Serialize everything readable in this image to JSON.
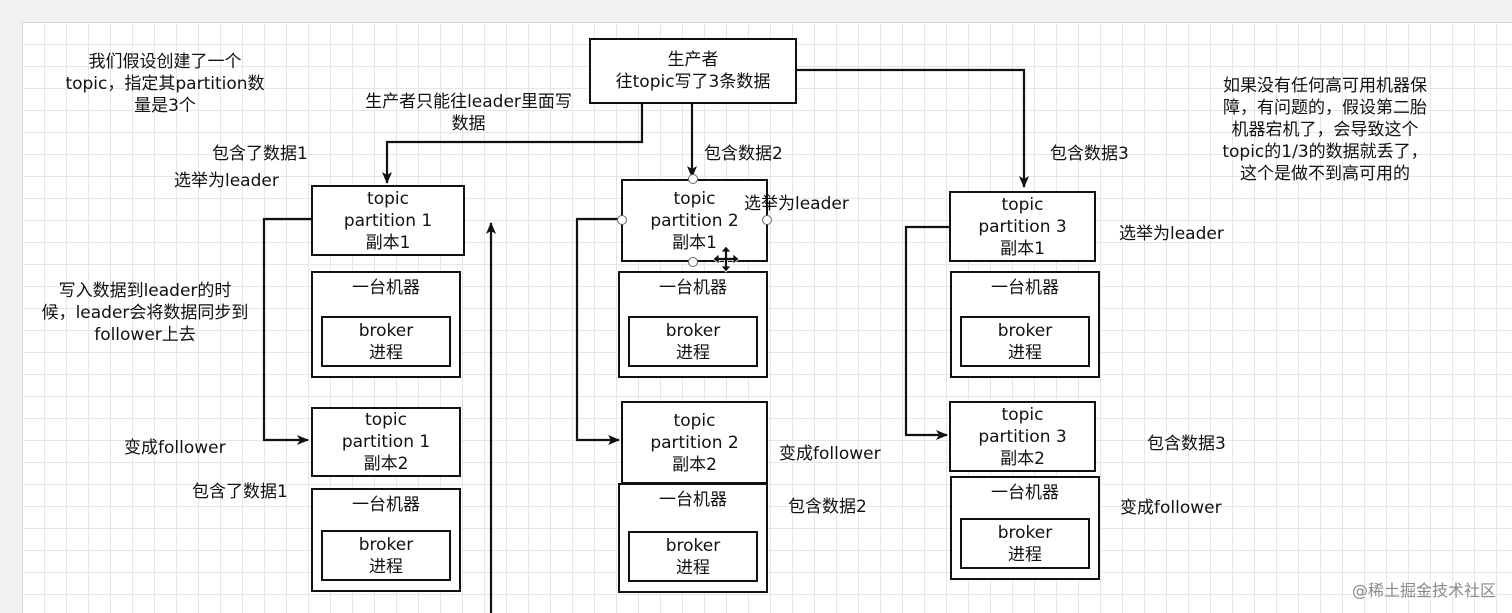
{
  "producer": {
    "line1": "生产者",
    "line2": "往topic写了3条数据"
  },
  "annotations": {
    "topic_intro": [
      "我们假设创建了一个",
      "topic，指定其partition数",
      "量是3个"
    ],
    "write_leader_only": [
      "生产者只能往leader里面写",
      "数据"
    ],
    "sync_note": [
      "写入数据到leader的时",
      "候，leader会将数据同步到",
      "follower上去"
    ],
    "no_ha_note": [
      "如果没有任何高可用机器保",
      "障，有问题的，假设第二胎",
      "机器宕机了，会导致这个",
      "topic的1/3的数据就丢了，",
      "这个是做不到高可用的"
    ],
    "p1_contains_top": "包含了数据1",
    "p1_elected": "选举为leader",
    "p1_became_follower": "变成follower",
    "p1_contains_bottom": "包含了数据1",
    "p2_contains_top": "包含数据2",
    "p2_elected": "选举为leader",
    "p2_became_follower": "变成follower",
    "p2_contains_bottom": "包含数据2",
    "p3_contains_top": "包含数据3",
    "p3_elected": "选举为leader",
    "p3_contains_bottom": "包含数据3",
    "p3_became_follower": "变成follower"
  },
  "partitions": [
    {
      "topic": "topic",
      "name": "partition 1",
      "replica_top": "副本1",
      "replica_bottom": "副本2"
    },
    {
      "topic": "topic",
      "name": "partition 2",
      "replica_top": "副本1",
      "replica_bottom": "副本2"
    },
    {
      "topic": "topic",
      "name": "partition 3",
      "replica_top": "副本1",
      "replica_bottom": "副本2"
    }
  ],
  "machine": {
    "label": "一台机器",
    "broker_line1": "broker",
    "broker_line2": "进程"
  },
  "watermark": "@稀土掘金技术社区"
}
